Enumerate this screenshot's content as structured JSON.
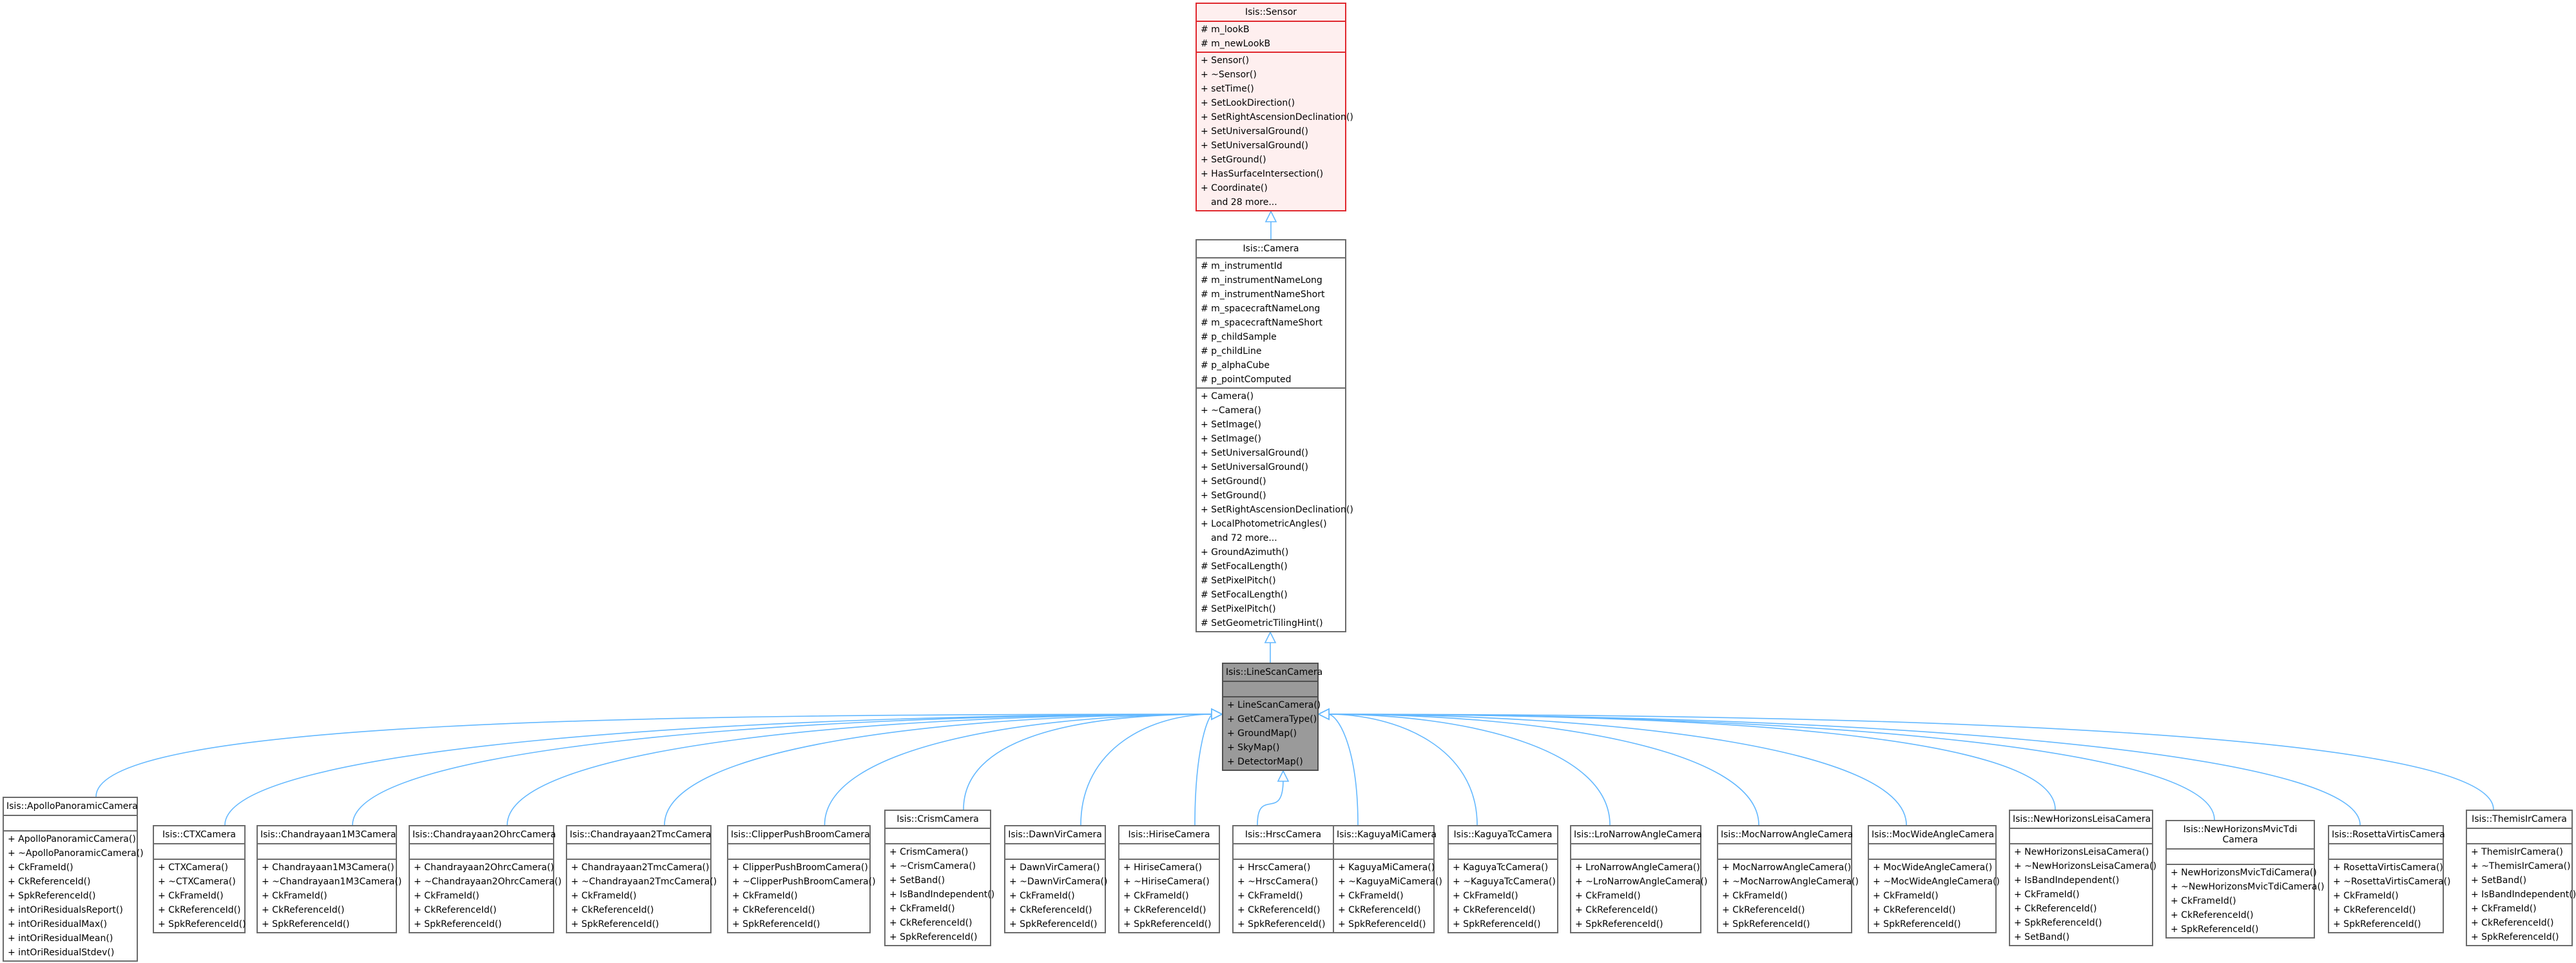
{
  "sensor": {
    "name": "Isis::Sensor",
    "attributes": [
      "# m_lookB",
      "# m_newLookB"
    ],
    "methods": [
      "+ Sensor()",
      "+ ~Sensor()",
      "+ setTime()",
      "+ SetLookDirection()",
      "+ SetRightAscensionDeclination()",
      "+ SetUniversalGround()",
      "+ SetUniversalGround()",
      "+ SetGround()",
      "+ HasSurfaceIntersection()",
      "+ Coordinate()"
    ],
    "more": "and 28 more..."
  },
  "camera": {
    "name": "Isis::Camera",
    "attributes": [
      "# m_instrumentId",
      "# m_instrumentNameLong",
      "# m_instrumentNameShort",
      "# m_spacecraftNameLong",
      "# m_spacecraftNameShort",
      "# p_childSample",
      "# p_childLine",
      "# p_alphaCube",
      "# p_pointComputed"
    ],
    "methods": [
      "+ Camera()",
      "+ ~Camera()",
      "+ SetImage()",
      "+ SetImage()",
      "+ SetUniversalGround()",
      "+ SetUniversalGround()",
      "+ SetGround()",
      "+ SetGround()",
      "+ SetRightAscensionDeclination()",
      "+ LocalPhotometricAngles()"
    ],
    "more": "and 72 more...",
    "methods2": [
      "+ GroundAzimuth()",
      "# SetFocalLength()",
      "# SetPixelPitch()",
      "# SetFocalLength()",
      "# SetPixelPitch()",
      "# SetGeometricTilingHint()"
    ]
  },
  "linescan": {
    "name": "Isis::LineScanCamera",
    "methods": [
      "+ LineScanCamera()",
      "+ GetCameraType()",
      "+ GroundMap()",
      "+ SkyMap()",
      "+ DetectorMap()"
    ]
  },
  "subclasses": [
    {
      "name": "Isis::ApolloPanoramicCamera",
      "methods": [
        "+ ApolloPanoramicCamera()",
        "+ ~ApolloPanoramicCamera()",
        "+ CkFrameId()",
        "+ CkReferenceId()",
        "+ SpkReferenceId()",
        "+ intOriResidualsReport()",
        "+ intOriResidualMax()",
        "+ intOriResidualMean()",
        "+ intOriResidualStdev()"
      ]
    },
    {
      "name": "Isis::CTXCamera",
      "methods": [
        "+ CTXCamera()",
        "+ ~CTXCamera()",
        "+ CkFrameId()",
        "+ CkReferenceId()",
        "+ SpkReferenceId()"
      ]
    },
    {
      "name": "Isis::Chandrayaan1M3Camera",
      "methods": [
        "+ Chandrayaan1M3Camera()",
        "+ ~Chandrayaan1M3Camera()",
        "+ CkFrameId()",
        "+ CkReferenceId()",
        "+ SpkReferenceId()"
      ]
    },
    {
      "name": "Isis::Chandrayaan2OhrcCamera",
      "methods": [
        "+ Chandrayaan2OhrcCamera()",
        "+ ~Chandrayaan2OhrcCamera()",
        "+ CkFrameId()",
        "+ CkReferenceId()",
        "+ SpkReferenceId()"
      ]
    },
    {
      "name": "Isis::Chandrayaan2TmcCamera",
      "methods": [
        "+ Chandrayaan2TmcCamera()",
        "+ ~Chandrayaan2TmcCamera()",
        "+ CkFrameId()",
        "+ CkReferenceId()",
        "+ SpkReferenceId()"
      ]
    },
    {
      "name": "Isis::ClipperPushBroomCamera",
      "methods": [
        "+ ClipperPushBroomCamera()",
        "+ ~ClipperPushBroomCamera()",
        "+ CkFrameId()",
        "+ CkReferenceId()",
        "+ SpkReferenceId()"
      ]
    },
    {
      "name": "Isis::CrismCamera",
      "methods": [
        "+ CrismCamera()",
        "+ ~CrismCamera()",
        "+ SetBand()",
        "+ IsBandIndependent()",
        "+ CkFrameId()",
        "+ CkReferenceId()",
        "+ SpkReferenceId()"
      ]
    },
    {
      "name": "Isis::DawnVirCamera",
      "methods": [
        "+ DawnVirCamera()",
        "+ ~DawnVirCamera()",
        "+ CkFrameId()",
        "+ CkReferenceId()",
        "+ SpkReferenceId()"
      ]
    },
    {
      "name": "Isis::HiriseCamera",
      "methods": [
        "+ HiriseCamera()",
        "+ ~HiriseCamera()",
        "+ CkFrameId()",
        "+ CkReferenceId()",
        "+ SpkReferenceId()"
      ]
    },
    {
      "name": "Isis::HrscCamera",
      "methods": [
        "+ HrscCamera()",
        "+ ~HrscCamera()",
        "+ CkFrameId()",
        "+ CkReferenceId()",
        "+ SpkReferenceId()"
      ]
    },
    {
      "name": "Isis::KaguyaMiCamera",
      "methods": [
        "+ KaguyaMiCamera()",
        "+ ~KaguyaMiCamera()",
        "+ CkFrameId()",
        "+ CkReferenceId()",
        "+ SpkReferenceId()"
      ]
    },
    {
      "name": "Isis::KaguyaTcCamera",
      "methods": [
        "+ KaguyaTcCamera()",
        "+ ~KaguyaTcCamera()",
        "+ CkFrameId()",
        "+ CkReferenceId()",
        "+ SpkReferenceId()"
      ]
    },
    {
      "name": "Isis::LroNarrowAngleCamera",
      "methods": [
        "+ LroNarrowAngleCamera()",
        "+ ~LroNarrowAngleCamera()",
        "+ CkFrameId()",
        "+ CkReferenceId()",
        "+ SpkReferenceId()"
      ]
    },
    {
      "name": "Isis::MocNarrowAngleCamera",
      "methods": [
        "+ MocNarrowAngleCamera()",
        "+ ~MocNarrowAngleCamera()",
        "+ CkFrameId()",
        "+ CkReferenceId()",
        "+ SpkReferenceId()"
      ]
    },
    {
      "name": "Isis::MocWideAngleCamera",
      "methods": [
        "+ MocWideAngleCamera()",
        "+ ~MocWideAngleCamera()",
        "+ CkFrameId()",
        "+ CkReferenceId()",
        "+ SpkReferenceId()"
      ]
    },
    {
      "name": "Isis::NewHorizonsLeisaCamera",
      "methods": [
        "+ NewHorizonsLeisaCamera()",
        "+ ~NewHorizonsLeisaCamera()",
        "+ IsBandIndependent()",
        "+ CkFrameId()",
        "+ CkReferenceId()",
        "+ SpkReferenceId()",
        "+ SetBand()"
      ]
    },
    {
      "name": "Isis::NewHorizonsMvicTdiCamera",
      "methods": [
        "+ NewHorizonsMvicTdiCamera()",
        "+ ~NewHorizonsMvicTdiCamera()",
        "+ CkFrameId()",
        "+ CkReferenceId()",
        "+ SpkReferenceId()"
      ]
    },
    {
      "name": "Isis::RosettaVirtisCamera",
      "methods": [
        "+ RosettaVirtisCamera()",
        "+ ~RosettaVirtisCamera()",
        "+ CkFrameId()",
        "+ CkReferenceId()",
        "+ SpkReferenceId()"
      ]
    },
    {
      "name": "Isis::ThemisIrCamera",
      "methods": [
        "+ ThemisIrCamera()",
        "+ ~ThemisIrCamera()",
        "+ SetBand()",
        "+ IsBandIndependent()",
        "+ CkFrameId()",
        "+ CkReferenceId()",
        "+ SpkReferenceId()"
      ]
    }
  ],
  "colors": {
    "edge": "#63b8ff",
    "sensor_border": "#e0282e",
    "sensor_fill": "#feefef",
    "focus_fill": "#9a9a9a"
  }
}
